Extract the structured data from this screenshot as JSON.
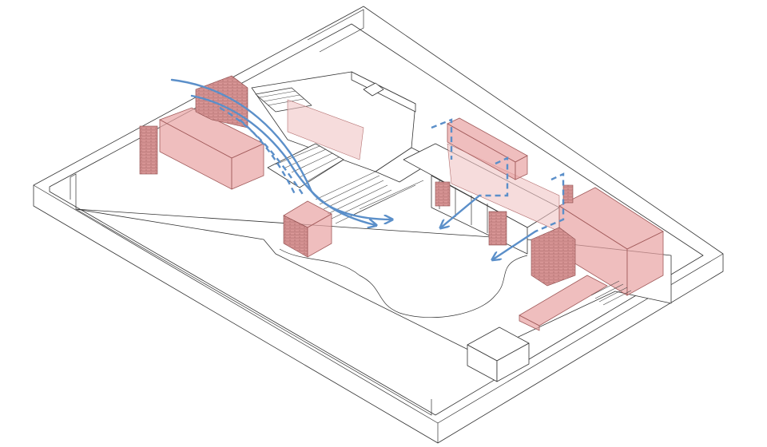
{
  "diagram": {
    "type": "axonometric site diagram",
    "colors": {
      "building_volume": "#e8a3a3",
      "brick": "#dd9a9a",
      "airflow_arrow": "#5b8fc9",
      "linework": "#333333",
      "background": "#ffffff"
    },
    "icons": [
      "wind-flow-arrow",
      "ventilation-arrow"
    ]
  }
}
